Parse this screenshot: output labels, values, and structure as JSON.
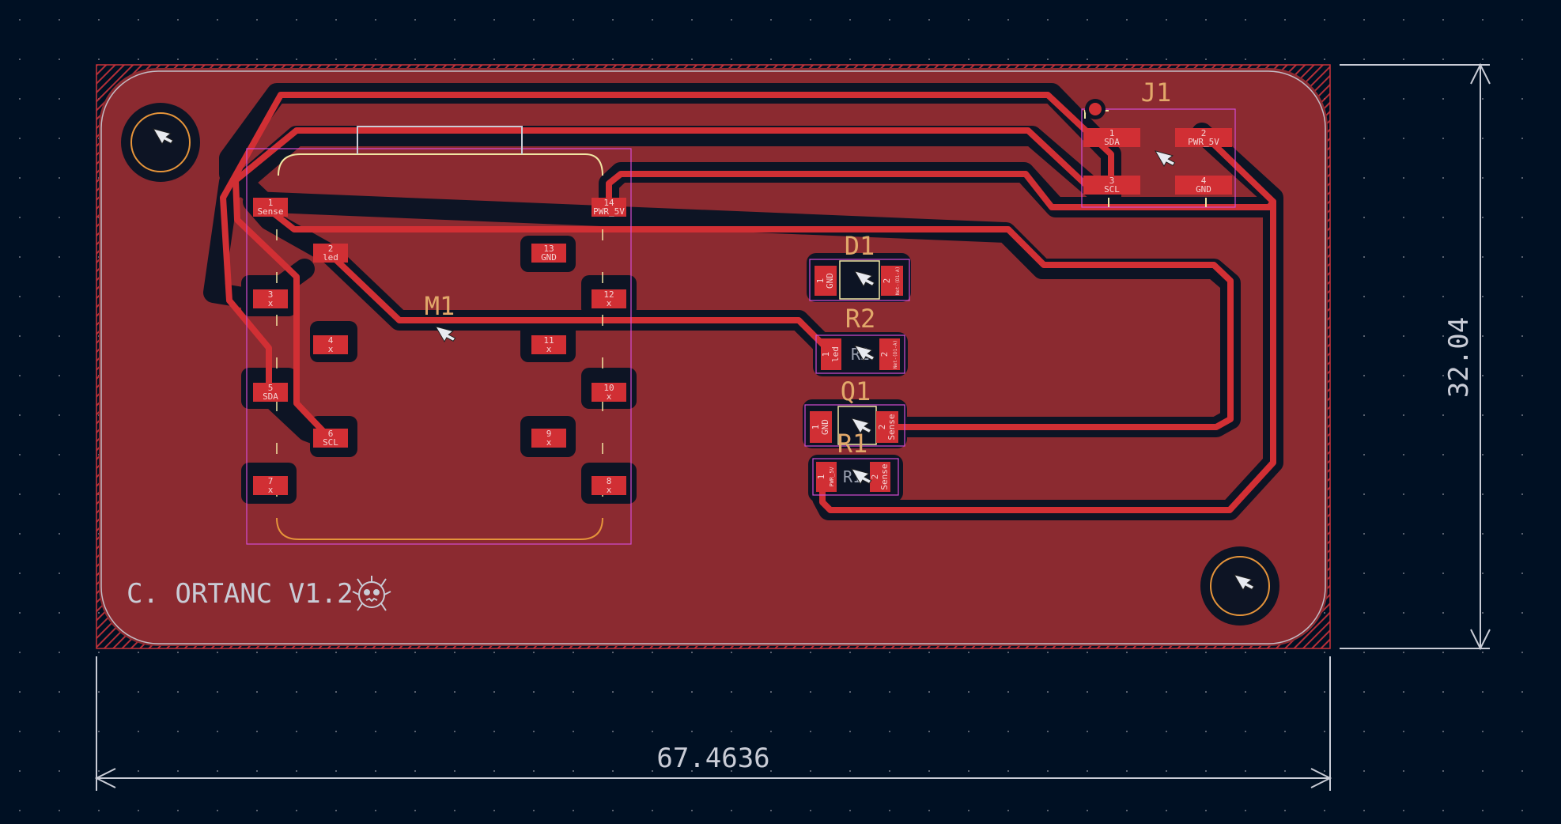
{
  "colors": {
    "background": "#001023",
    "copper": "#8b2a30",
    "track": "#d12f34",
    "pad": "#d12f34",
    "clearance": "#0d1424",
    "silk": "#f1e6a3",
    "courtyard": "#d24bd2",
    "fab": "#c7a06a",
    "dimension": "#c9ccd6",
    "label": "#e2a86a"
  },
  "board": {
    "label": "C. ORTANC V1.2",
    "logo_icon": "gremlin-logo-icon"
  },
  "dimensions": {
    "width": "67.4636",
    "height": "32.04"
  },
  "components": {
    "M1": {
      "ref": "M1",
      "pads": [
        {
          "num": "1",
          "net": "Sense"
        },
        {
          "num": "2",
          "net": "led"
        },
        {
          "num": "3",
          "net": "x"
        },
        {
          "num": "4",
          "net": "x"
        },
        {
          "num": "5",
          "net": "SDA"
        },
        {
          "num": "6",
          "net": "SCL"
        },
        {
          "num": "7",
          "net": "x"
        },
        {
          "num": "8",
          "net": "x"
        },
        {
          "num": "9",
          "net": "x"
        },
        {
          "num": "10",
          "net": "x"
        },
        {
          "num": "11",
          "net": "x"
        },
        {
          "num": "12",
          "net": "x"
        },
        {
          "num": "13",
          "net": "GND"
        },
        {
          "num": "14",
          "net": "PWR_5V"
        }
      ]
    },
    "J1": {
      "ref": "J1",
      "pads": [
        {
          "num": "1",
          "net": "SDA"
        },
        {
          "num": "2",
          "net": "PWR_5V"
        },
        {
          "num": "3",
          "net": "SCL"
        },
        {
          "num": "4",
          "net": "GND"
        }
      ]
    },
    "D1": {
      "ref": "D1",
      "pads": [
        {
          "num": "1",
          "net": "GND"
        },
        {
          "num": "2",
          "net": "Net-(D1-A)"
        }
      ]
    },
    "R2": {
      "ref": "R2",
      "pads": [
        {
          "num": "1",
          "net": "led"
        },
        {
          "num": "2",
          "net": "Net-(D1-A)"
        }
      ]
    },
    "Q1": {
      "ref": "Q1",
      "pads": [
        {
          "num": "1",
          "net": "GND"
        },
        {
          "num": "2",
          "net": "Sense"
        }
      ]
    },
    "R1": {
      "ref": "R1",
      "pads": [
        {
          "num": "1",
          "net": "PWR_5V"
        },
        {
          "num": "2",
          "net": "Sense"
        }
      ]
    }
  }
}
